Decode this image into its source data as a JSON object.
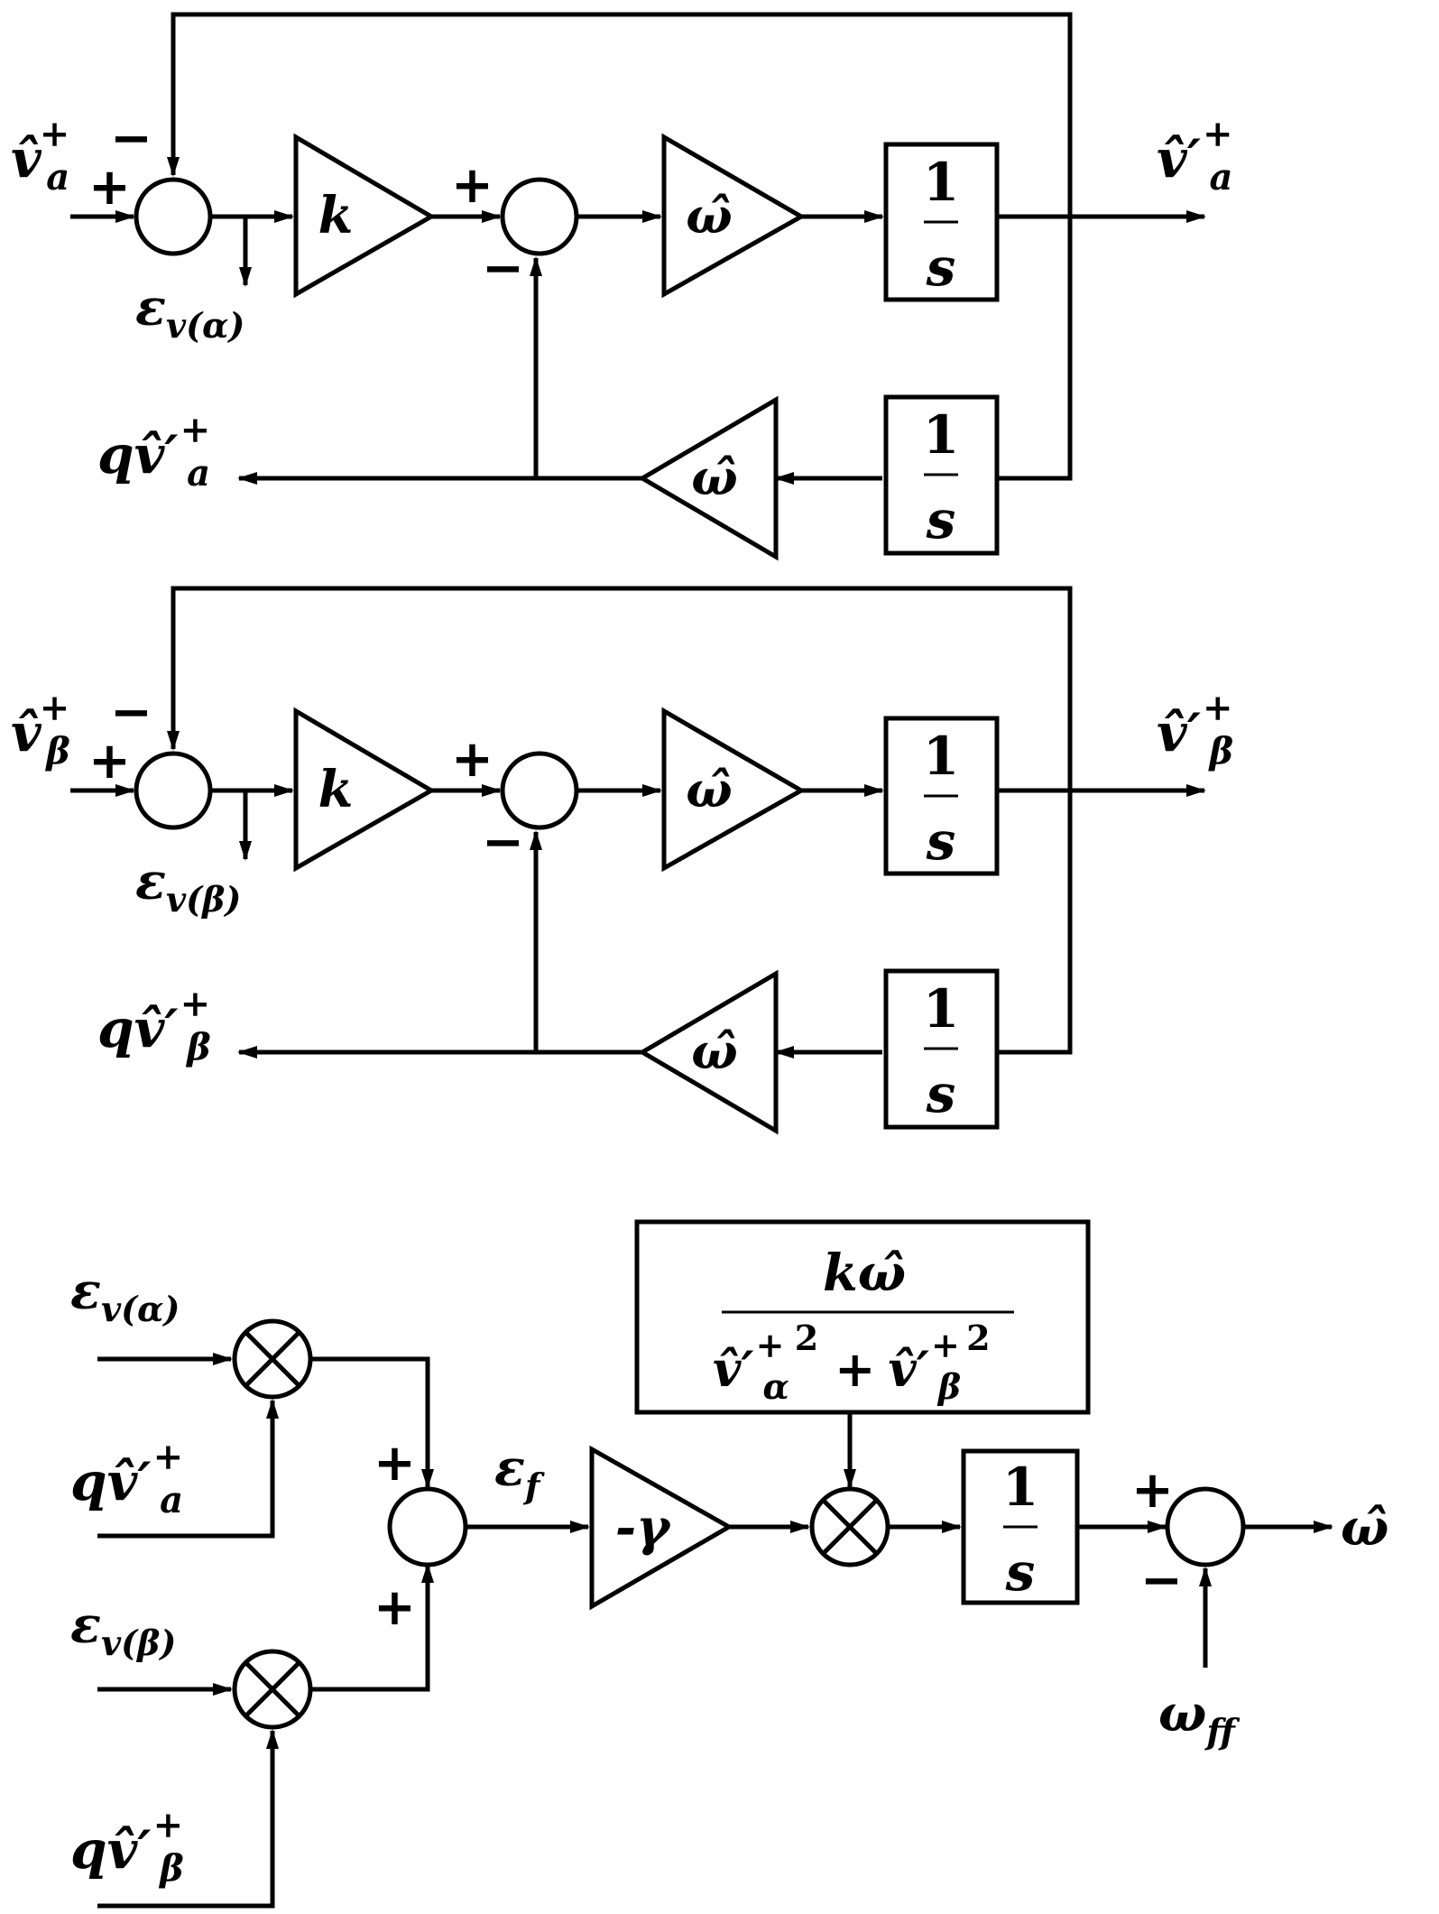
{
  "alpha_loop": {
    "input": {
      "base": "v̂",
      "sup": "+",
      "sub": "a"
    },
    "output": {
      "base": "v̂′",
      "sup": "+",
      "sub": "a"
    },
    "quad_output": {
      "pre": "q",
      "base": "v̂′",
      "sup": "+",
      "sub": "a"
    },
    "error": {
      "base": "ε",
      "sub": "v(α)"
    },
    "gain": "k",
    "omega": "ω̂",
    "omega_feedback": "ω̂",
    "int_top": {
      "num": "1",
      "den": "s"
    },
    "int_bottom": {
      "num": "1",
      "den": "s"
    }
  },
  "beta_loop": {
    "input": {
      "base": "v̂",
      "sup": "+",
      "sub": "β"
    },
    "output": {
      "base": "v̂′",
      "sup": "+",
      "sub": "β"
    },
    "quad_output": {
      "pre": "q",
      "base": "v̂′",
      "sup": "+",
      "sub": "β"
    },
    "error": {
      "base": "ε",
      "sub": "v(β)"
    },
    "gain": "k",
    "omega": "ω̂",
    "omega_feedback": "ω̂",
    "int_top": {
      "num": "1",
      "den": "s"
    },
    "int_bottom": {
      "num": "1",
      "den": "s"
    }
  },
  "fll": {
    "in_alpha_err": {
      "base": "ε",
      "sub": "v(α)"
    },
    "in_alpha_q": {
      "pre": "q",
      "base": "v̂′",
      "sup": "+",
      "sub": "a"
    },
    "in_beta_err": {
      "base": "ε",
      "sub": "v(β)"
    },
    "in_beta_q": {
      "pre": "q",
      "base": "v̂′",
      "sup": "+",
      "sub": "β"
    },
    "ef": {
      "base": "ε",
      "sub": "f"
    },
    "gamma": "-γ",
    "norm_num": "kω̂",
    "norm_den": {
      "t1": "v̂′",
      "t1_sup": "+",
      "t1_sub": "α",
      "t1_pow": "2",
      "plus": "+",
      "t2": "v̂′",
      "t2_sup": "+",
      "t2_sub": "β",
      "t2_pow": "2"
    },
    "int": {
      "num": "1",
      "den": "s"
    },
    "output": "ω̂",
    "feedforward": {
      "base": "ω",
      "sub": "ff"
    }
  },
  "signs": {
    "plus": "+",
    "minus": "−"
  }
}
